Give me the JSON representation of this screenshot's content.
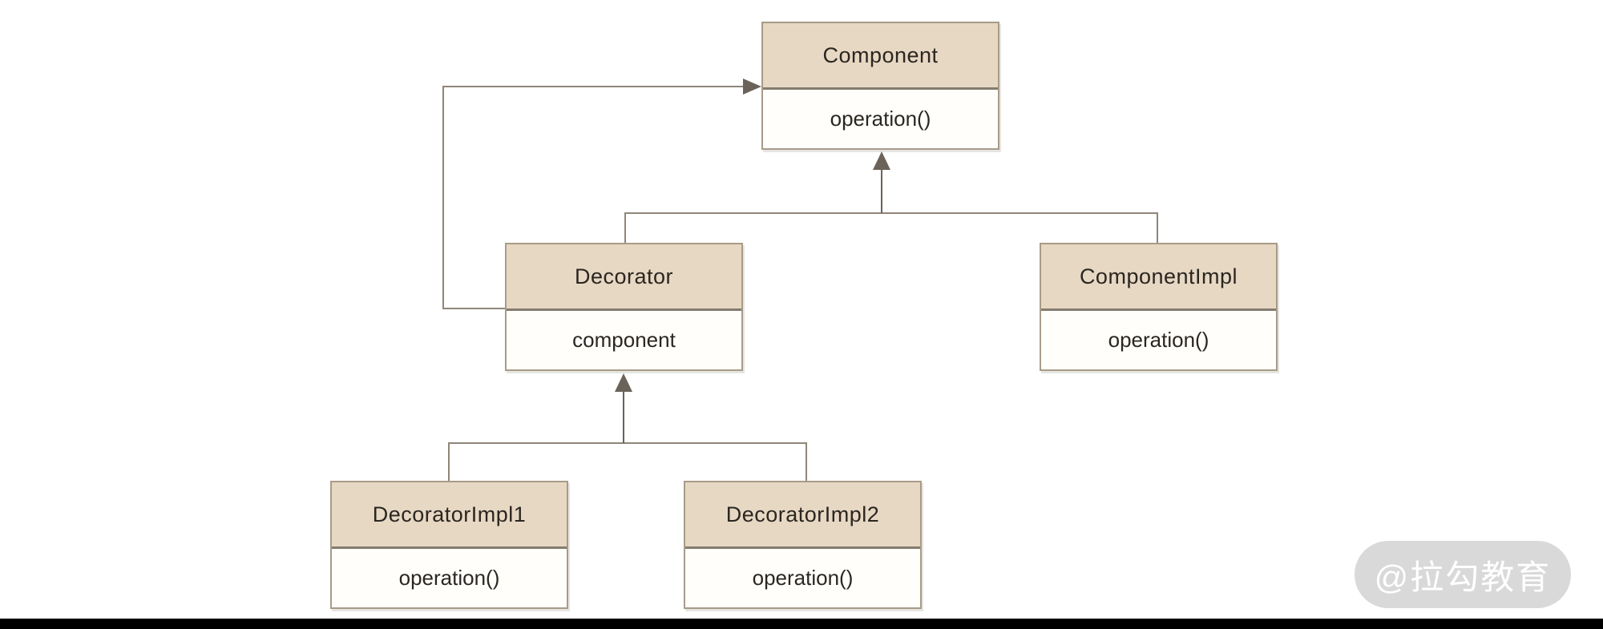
{
  "diagram": {
    "classes": [
      {
        "name": "Component",
        "member": "operation()"
      },
      {
        "name": "Decorator",
        "member": "component"
      },
      {
        "name": "ComponentImpl",
        "member": "operation()"
      },
      {
        "name": "DecoratorImpl1",
        "member": "operation()"
      },
      {
        "name": "DecoratorImpl2",
        "member": "operation()"
      }
    ],
    "relations": [
      {
        "type": "association",
        "from": "Decorator",
        "to": "Component"
      },
      {
        "type": "generalization",
        "from": "Decorator",
        "to": "Component"
      },
      {
        "type": "generalization",
        "from": "ComponentImpl",
        "to": "Component"
      },
      {
        "type": "generalization",
        "from": "DecoratorImpl1",
        "to": "Decorator"
      },
      {
        "type": "generalization",
        "from": "DecoratorImpl2",
        "to": "Decorator"
      }
    ],
    "colors": {
      "header_fill": "#e7d8c4",
      "body_fill": "#fffefb",
      "box_border": "#a89b87",
      "divider": "#847c6f",
      "line": "#8f867a",
      "arrow": "#6b6359",
      "canvas_bg": "#ffffff",
      "bottom_bar": "#000000",
      "watermark_bg": "#d9d9d9",
      "watermark_text": "#ffffff"
    }
  },
  "watermark": {
    "label": "@拉勾教育"
  }
}
